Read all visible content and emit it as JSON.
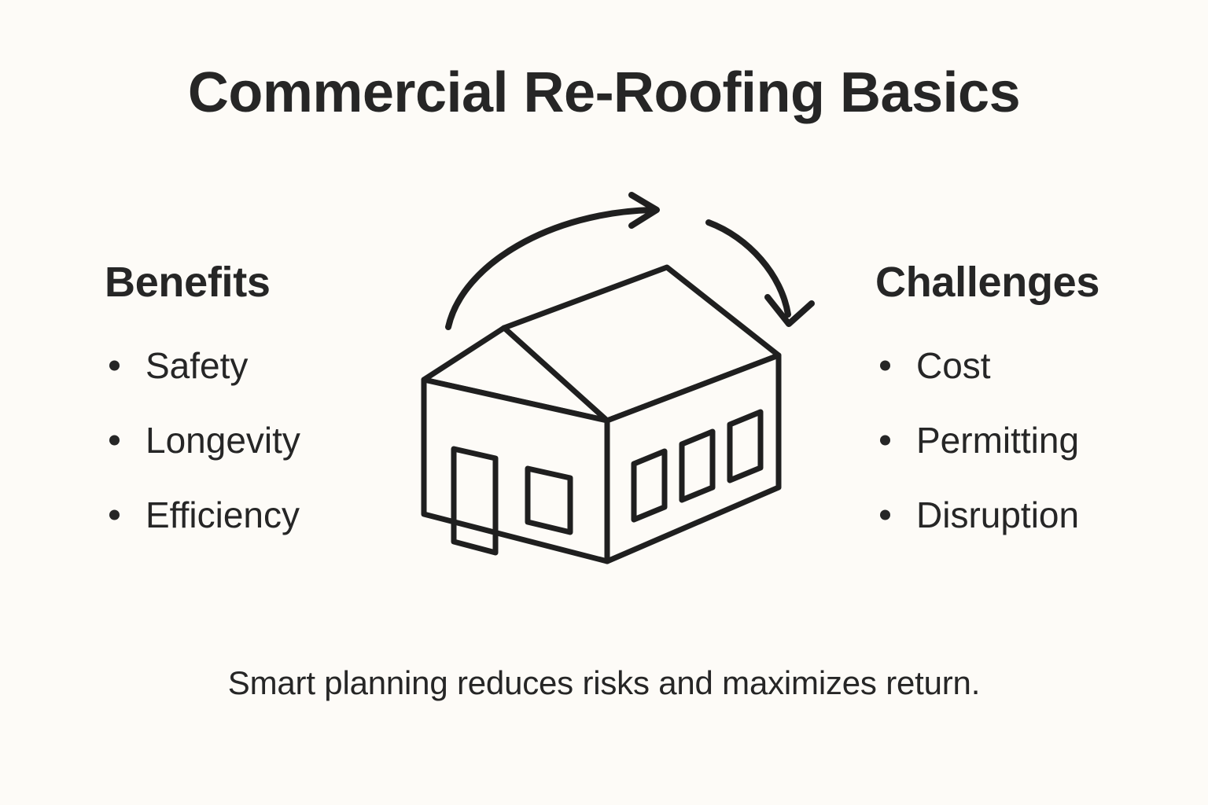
{
  "page": {
    "title": "Commercial Re-Roofing Basics",
    "caption": "Smart planning reduces risks and maximizes return.",
    "background_color": "#fdfbf7",
    "ink_color": "#262626"
  },
  "columns": {
    "left": {
      "heading": "Benefits",
      "items": [
        {
          "label": "Safety"
        },
        {
          "label": "Longevity"
        },
        {
          "label": "Efficiency"
        }
      ]
    },
    "right": {
      "heading": "Challenges",
      "items": [
        {
          "label": "Cost"
        },
        {
          "label": "Permitting"
        },
        {
          "label": "Disruption"
        }
      ]
    }
  },
  "illustration": {
    "name": "isometric-building-with-reroofing-arrows",
    "stroke_color": "#1f1f1f",
    "fill_color": "#fdfbf7",
    "parts": [
      {
        "name": "curved-arrow-left-lift-off",
        "direction": "right"
      },
      {
        "name": "curved-arrow-right-set-down",
        "direction": "down"
      },
      {
        "name": "hip-roof"
      },
      {
        "name": "building-left-wall"
      },
      {
        "name": "building-right-wall"
      },
      {
        "name": "entry-door"
      },
      {
        "name": "left-wall-window"
      },
      {
        "name": "right-wall-window-1"
      },
      {
        "name": "right-wall-window-2"
      },
      {
        "name": "right-wall-window-3"
      }
    ]
  }
}
